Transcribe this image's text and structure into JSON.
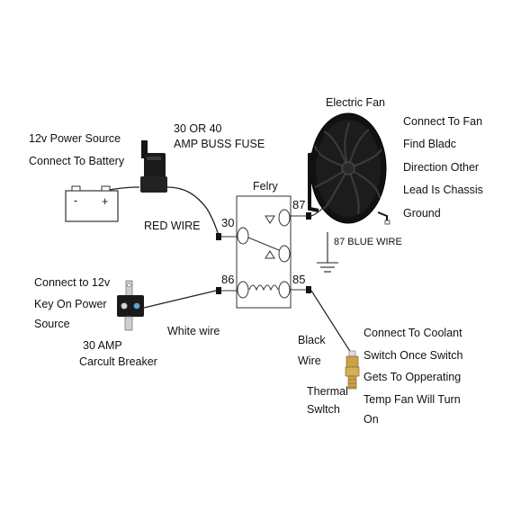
{
  "power_source": {
    "line1": "12v Power Source",
    "line2": "Connect To Battery"
  },
  "battery": {
    "neg": "-",
    "pos": "+"
  },
  "fuse": {
    "line1": "30 OR 40",
    "line2": "AMP BUSS FUSE"
  },
  "red_wire": "RED WIRE",
  "relay": {
    "label": "Felry",
    "pin30": "30",
    "pin87": "87",
    "pin86": "86",
    "pin85": "85"
  },
  "fan": {
    "title": "Electric Fan",
    "note": [
      "Connect To Fan",
      "Find Bladc",
      "Direction Other",
      "Lead Is Chassis",
      "Ground"
    ],
    "blue_wire": "87 BLUE WIRE"
  },
  "key_on": {
    "line1": "Connect to 12v",
    "line2": "Key On Power",
    "line3": "Source"
  },
  "white_wire": "White wire",
  "breaker": {
    "line1": "30 AMP",
    "line2": "Carcult Breaker"
  },
  "black_wire": {
    "line1": "Black",
    "line2": "Wire"
  },
  "thermal_switch": {
    "line1": "Thermal",
    "line2": "Swltch"
  },
  "coolant_note": [
    "Connect To Coolant",
    "Switch Once Switch",
    "Gets To Opperating",
    "Temp Fan Will Turn",
    "On"
  ],
  "colors": {
    "line": "#222222",
    "fan_black": "#0d0d0d",
    "brass": "#c9a24a",
    "terminal_blue": "#5aa7d6"
  }
}
